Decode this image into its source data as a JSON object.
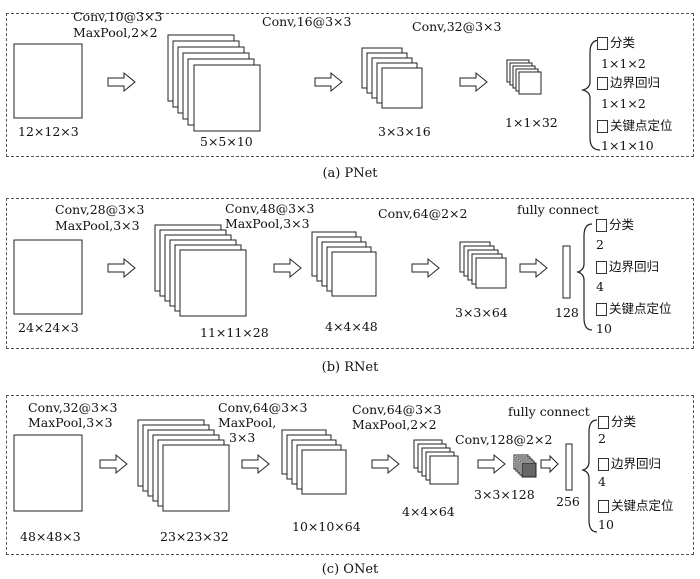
{
  "pnet": {
    "caption": "(a) PNet",
    "input_size": "12×12×3",
    "l1_conv": "Conv,10@3×3",
    "l1_pool": "MaxPool,2×2",
    "l1_size": "5×5×10",
    "l2_conv": "Conv,16@3×3",
    "l2_size": "3×3×16",
    "l3_conv": "Conv,32@3×3",
    "l3_size": "1×1×32",
    "out_cls": "分类",
    "out_cls_dim": "1×1×2",
    "out_box": "边界回归",
    "out_box_dim": "1×1×2",
    "out_kp": "关键点定位",
    "out_kp_dim": "1×1×10"
  },
  "rnet": {
    "caption": "(b) RNet",
    "input_size": "24×24×3",
    "l1_conv": "Conv,28@3×3",
    "l1_pool": "MaxPool,3×3",
    "l1_size": "11×11×28",
    "l2_conv": "Conv,48@3×3",
    "l2_pool": "MaxPool,3×3",
    "l2_size": "4×4×48",
    "l3_conv": "Conv,64@2×2",
    "l3_size": "3×3×64",
    "fc_label": "fully connect",
    "fc_size": "128",
    "out_cls": "分类",
    "out_cls_dim": "2",
    "out_box": "边界回归",
    "out_box_dim": "4",
    "out_kp": "关键点定位",
    "out_kp_dim": "10"
  },
  "onet": {
    "caption": "(c) ONet",
    "input_size": "48×48×3",
    "l1_conv": "Conv,32@3×3",
    "l1_pool": "MaxPool,3×3",
    "l1_size": "23×23×32",
    "l2_conv": "Conv,64@3×3",
    "l2_pool_a": "MaxPool,",
    "l2_pool_b": "3×3",
    "l2_size": "10×10×64",
    "l3_conv": "Conv,64@3×3",
    "l3_pool": "MaxPool,2×2",
    "l3_size": "4×4×64",
    "l4_conv": "Conv,128@2×2",
    "l4_size": "3×3×128",
    "fc_label": "fully connect",
    "fc_size": "256",
    "out_cls": "分类",
    "out_cls_dim": "2",
    "out_box": "边界回归",
    "out_box_dim": "4",
    "out_kp": "关键点定位",
    "out_kp_dim": "10"
  }
}
